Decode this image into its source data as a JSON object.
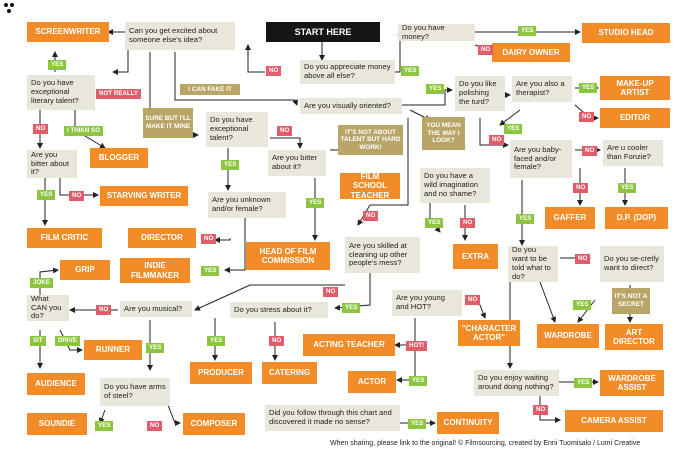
{
  "nodes": {
    "start": "START HERE",
    "q_money": "Do you have money?",
    "studio_head": "STUDIO HEAD",
    "dairy_owner": "DAIRY OWNER",
    "q_appreciate": "Do you appreciate money above all else?",
    "q_excited": "Can you get excited about someone else's idea?",
    "screenwriter": "SCREENWRITER",
    "q_literary": "Do you have exceptional literary talent?",
    "q_bitter1": "Are you bitter about it?",
    "blogger": "BLOGGER",
    "starving_writer": "STARVING WRITER",
    "film_critic": "FILM CRITIC",
    "grip": "GRIP",
    "q_what_can": "What CAN you do?",
    "runner": "RUNNER",
    "audience": "AUDIENCE",
    "q_arms": "Do you have arms of steel?",
    "soundie": "SOUNDIE",
    "composer": "COMPOSER",
    "q_visual": "Are you visually oriented?",
    "q_exc_talent": "Do you have exceptional talent?",
    "q_unknown": "Are you unknown and/or female?",
    "director": "DIRECTOR",
    "indie": "INDIE FILMMAKER",
    "q_bitter2": "Are you bitter about it?",
    "head_commission": "HEAD OF FILM COMMISSION",
    "film_school_teacher": "FILM SCHOOL TEACHER",
    "q_polish": "Do you like polishing the turd?",
    "q_therapist": "Are you also a therapist?",
    "makeup": "MAKE-UP ARTIST",
    "editor": "EDITOR",
    "q_baby": "Are you baby-faced and/or female?",
    "q_fonzie": "Are u cooler than Fonzie?",
    "gaffer": "GAFFER",
    "dp": "D.P. (DOP)",
    "q_wild": "Do you have a wild imagination and no shame?",
    "extra": "EXTRA",
    "q_cleanup": "Are you skilled at cleaning up other people's mess?",
    "q_musical": "Are you musical?",
    "q_stress": "Do you stress about it?",
    "producer": "PRODUCER",
    "catering": "CATERING",
    "acting_teacher": "ACTING TEACHER",
    "actor": "ACTOR",
    "q_young": "Are you young and HOT?",
    "character_actor": "\"CHARACTER ACTOR\"",
    "q_told": "Do you want to be told what to do?",
    "q_direct": "Do you se-cretly want to direct?",
    "wardrobe": "WARDROBE",
    "art_director": "ART DIRECTOR",
    "q_waiting": "Do you enjoy waiting around doing nothing?",
    "wardrobe_assist": "WARDROBE ASSIST",
    "camera_assist": "CAMERA ASSIST",
    "q_follow": "Did you follow through this chart and discovered it made no sense?",
    "continuity": "CONTINUITY"
  },
  "notes": {
    "i_can_fake_it": "I CAN FAKE IT",
    "sure_but": "SURE BUT I'LL MAKE IT MINE",
    "not_about_talent": "IT'S NOT ABOUT TALENT BUT HARD WORK!",
    "you_mean": "YOU MEAN THE WAY I LOOK?",
    "its_not_secret": "IT'S NOT A SECRET"
  },
  "labels": {
    "yes": "YES",
    "no": "NO",
    "not_really": "NOT REALLY",
    "i_think_so": "I THIKN SO",
    "joke": "JOKE",
    "sit": "SIT",
    "drive": "DRIVE",
    "hot": "HOT!"
  },
  "footer": "When sharing, please link to the original!  © Filmsourcing, created by Enni Tuomisalo / Lumi Creative",
  "colors": {
    "orange": "#f28c28",
    "question": "#e9e6dc",
    "yes_green": "#8cc63f",
    "no_red": "#e25c6a",
    "note_khaki": "#b9a568",
    "start_black": "#151515",
    "arrow": "#222222"
  }
}
